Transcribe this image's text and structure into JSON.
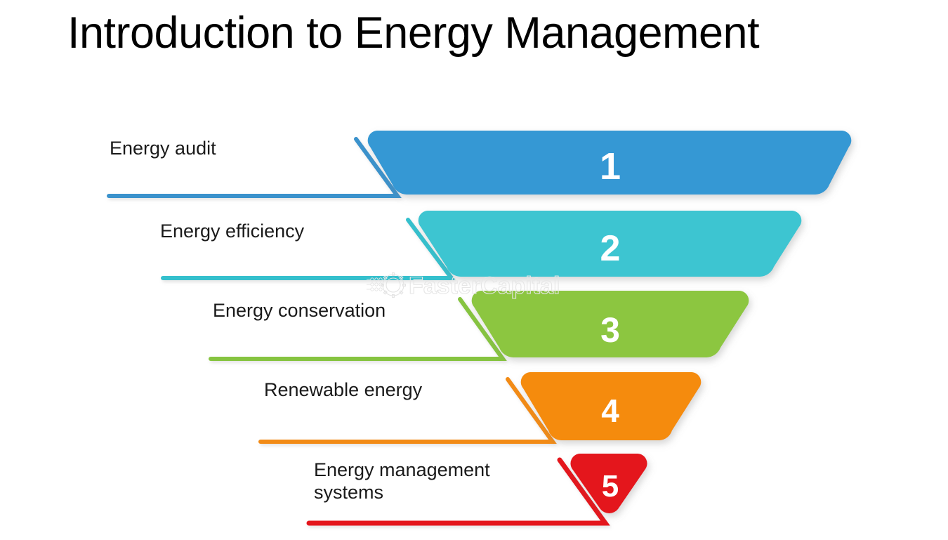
{
  "slide": {
    "title": "Introduction to Energy Management",
    "background_color": "#ffffff",
    "title_color": "#000000"
  },
  "watermark": {
    "text": "FasterCapital",
    "logo": "gear-circuit-logo",
    "color": "#e8e8e8"
  },
  "funnel": {
    "type": "funnel",
    "orientation": "vertical-descending",
    "number_text_color": "#ffffff",
    "stages": [
      {
        "number": "1",
        "label": "Energy audit",
        "color": "#3498d4",
        "top_width": 690,
        "bottom_width": 620
      },
      {
        "number": "2",
        "label": "Energy efficiency",
        "color": "#3cc5d1",
        "top_width": 542,
        "bottom_width": 472
      },
      {
        "number": "3",
        "label": "Energy conservation",
        "color": "#8cc63f",
        "top_width": 390,
        "bottom_width": 320
      },
      {
        "number": "4",
        "label": "Renewable energy",
        "color": "#f58b0a",
        "top_width": 250,
        "bottom_width": 178
      },
      {
        "number": "5",
        "label": "Energy management\nsystems",
        "color": "#e4141b",
        "top_width": 106,
        "bottom_width": 10
      }
    ]
  }
}
